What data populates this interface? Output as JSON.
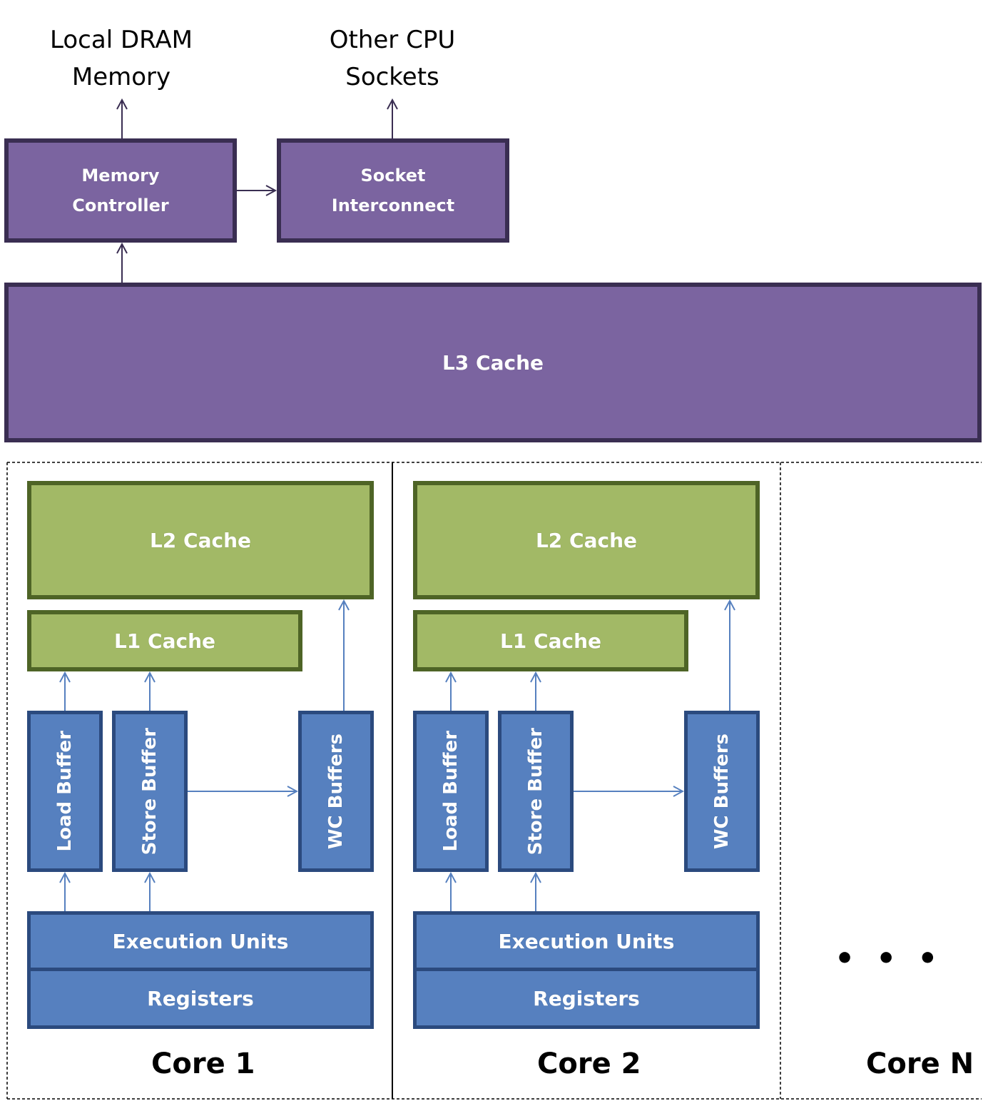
{
  "external": {
    "dram": "Local DRAM\nMemory",
    "cpu_sockets": "Other CPU\nSockets"
  },
  "uncore": {
    "memory_controller": "Memory\nController",
    "socket_interconnect": "Socket\nInterconnect",
    "l3": "L3 Cache"
  },
  "cores": [
    {
      "label": "Core 1",
      "l2": "L2 Cache",
      "l1": "L1 Cache",
      "load_buffer": "Load Buffer",
      "store_buffer": "Store Buffer",
      "wc_buffers": "WC Buffers",
      "execution_units": "Execution Units",
      "registers": "Registers"
    },
    {
      "label": "Core 2",
      "l2": "L2 Cache",
      "l1": "L1 Cache",
      "load_buffer": "Load Buffer",
      "store_buffer": "Store Buffer",
      "wc_buffers": "WC Buffers",
      "execution_units": "Execution Units",
      "registers": "Registers"
    }
  ],
  "core_n": {
    "label": "Core N",
    "ellipsis": "•••"
  },
  "colors": {
    "uncore_fill": "#7b64a0",
    "cache_fill": "#a2b966",
    "core_unit_fill": "#5680bf"
  }
}
